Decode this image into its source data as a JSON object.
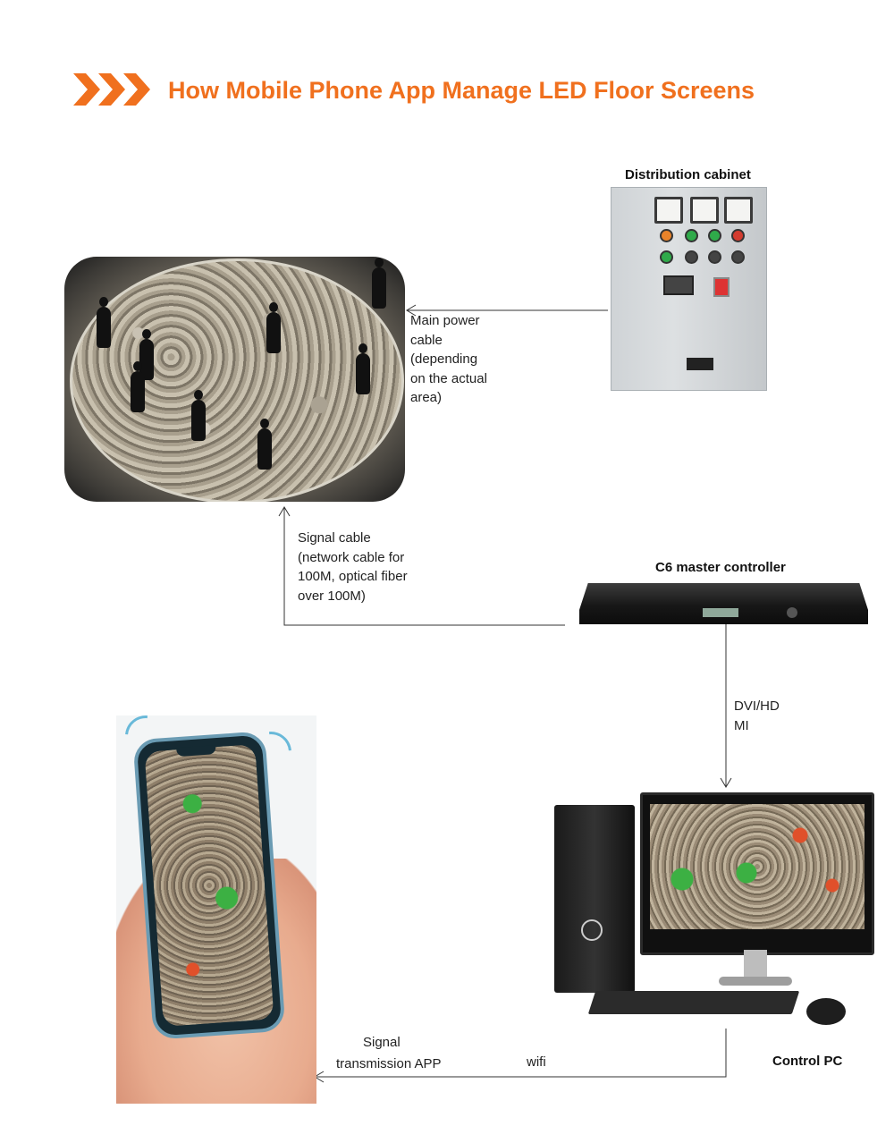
{
  "header": {
    "title": "How Mobile Phone App Manage LED Floor Screens",
    "accent_color": "#f0701e",
    "icon": "triple-chevron-right-icon"
  },
  "nodes": {
    "distribution_cabinet": {
      "label": "Distribution cabinet"
    },
    "master_controller": {
      "label": "C6 master controller"
    },
    "control_pc": {
      "label": "Control PC"
    },
    "floor_screen": {
      "label": ""
    },
    "mobile_phone": {
      "label": ""
    }
  },
  "connections": {
    "main_power": {
      "text": "Main power\ncable\n(depending\non the  actual\narea)"
    },
    "signal_cable": {
      "text": "Signal  cable\n(network cable for\n100M, optical fiber\nover  100M)"
    },
    "dvi_hdmi": {
      "text": "DVI/HD\nMI"
    },
    "signal_app": {
      "line1": "Signal",
      "line2": "transmission APP"
    },
    "wifi": {
      "text": "wifi"
    }
  }
}
